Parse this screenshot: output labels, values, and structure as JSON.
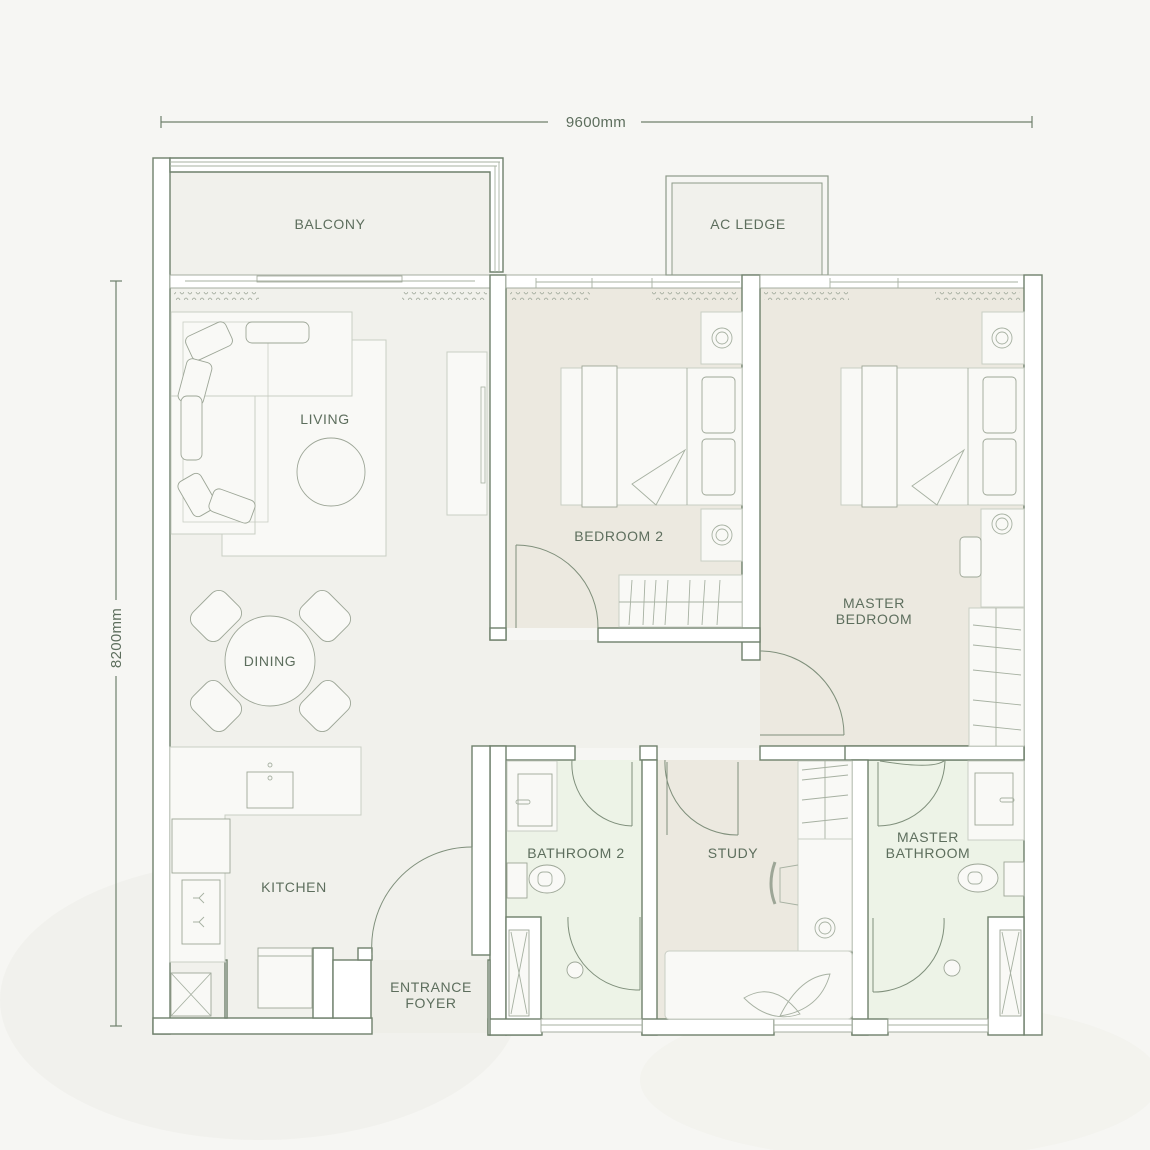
{
  "plan": {
    "dimensions": {
      "width_label": "9600mm",
      "height_label": "8200mm"
    },
    "colors": {
      "background": "#f6f6f3",
      "living_floor": "#f1f1ec",
      "bedroom_floor": "#ece9e0",
      "bathroom_floor": "#edf3e7",
      "wall_fill": "#ffffff",
      "line": "#6f806c",
      "label": "#5d6e5d"
    },
    "rooms": {
      "balcony": "BALCONY",
      "ac_ledge": "AC LEDGE",
      "living": "LIVING",
      "bedroom2": "BEDROOM 2",
      "master_bedroom_l1": "MASTER",
      "master_bedroom_l2": "BEDROOM",
      "dining": "DINING",
      "kitchen": "KITCHEN",
      "foyer_l1": "ENTRANCE",
      "foyer_l2": "FOYER",
      "bathroom2": "BATHROOM 2",
      "study": "STUDY",
      "master_bath_l1": "MASTER",
      "master_bath_l2": "BATHROOM"
    }
  }
}
